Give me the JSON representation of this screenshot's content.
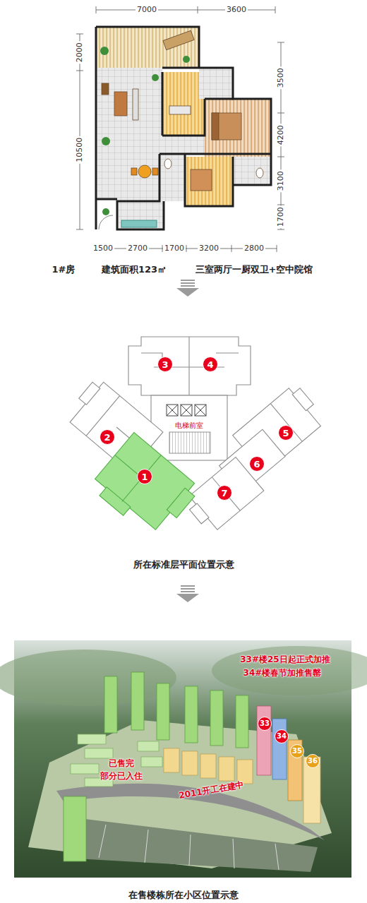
{
  "diagram": {
    "nodes": [
      {
        "text": [
          "3"
        ]
      },
      {
        "text": [
          "4"
        ]
      },
      {
        "text": [
          "2"
        ]
      },
      {
        "text": [
          "1"
        ]
      },
      {
        "text": [
          "5"
        ]
      },
      {
        "text": [
          "6"
        ]
      },
      {
        "text": [
          "7"
        ]
      },
      {
        "text": [
          "33"
        ]
      },
      {
        "text": [
          "34"
        ]
      },
      {
        "text": [
          "35"
        ]
      },
      {
        "text": [
          "36"
        ]
      }
    ],
    "labels": [
      "7000",
      "3600",
      "2000",
      "10500",
      "3500",
      "4200",
      "3100",
      "1700",
      "1500",
      "2700",
      "1700",
      "3200",
      "2800",
      "1#房",
      "建筑面积123㎡",
      "三室两厅一厨双卫+空中院馆",
      "电梯前室",
      "所在标准层平面位置示意",
      "33#楼25日起正式加推",
      "34#楼春节加推售罄",
      "已售完",
      "部分已入住",
      "2011开工在建中",
      "在售楼栋所在小区位置示意"
    ]
  }
}
